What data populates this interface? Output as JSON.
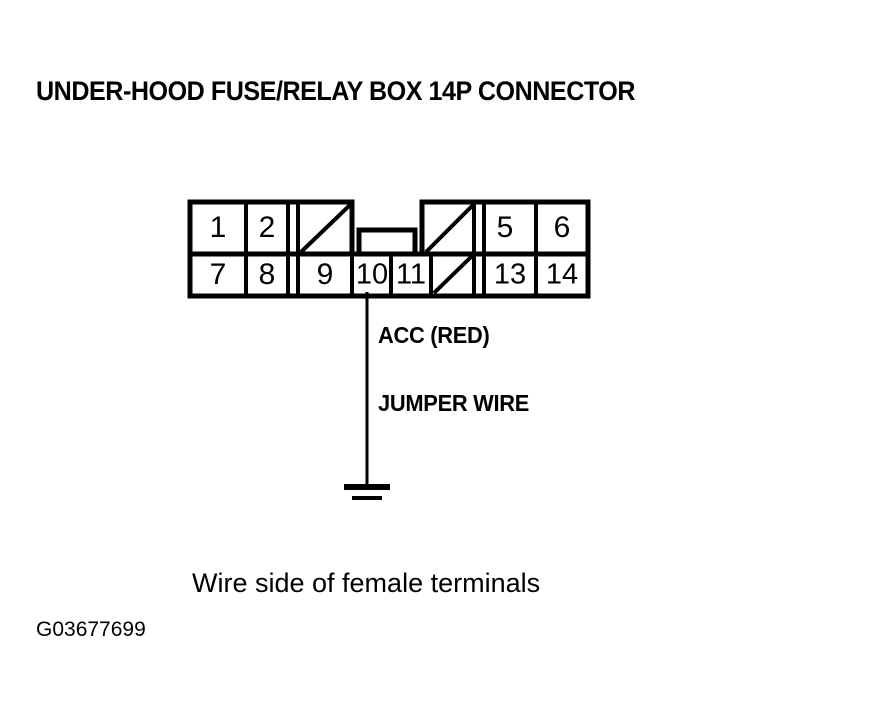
{
  "title": "UNDER-HOOD FUSE/RELAY BOX 14P CONNECTOR",
  "caption": "Wire side of female terminals",
  "figure_id": "G03677699",
  "labels": {
    "acc": "ACC (RED)",
    "jumper": "JUMPER WIRE"
  },
  "connector": {
    "type": "14P",
    "rows": 2,
    "top_row": [
      {
        "pin": "1",
        "blank": false
      },
      {
        "pin": "2",
        "blank": false
      },
      {
        "pin": "",
        "blank": true,
        "style": "strip"
      },
      {
        "pin": "",
        "blank": true,
        "style": "slash"
      },
      {
        "pin": "",
        "blank": true,
        "style": "tab"
      },
      {
        "pin": "",
        "blank": true,
        "style": "slash"
      },
      {
        "pin": "",
        "blank": true,
        "style": "strip"
      },
      {
        "pin": "5",
        "blank": false
      },
      {
        "pin": "6",
        "blank": false
      }
    ],
    "bottom_row": [
      {
        "pin": "7",
        "blank": false
      },
      {
        "pin": "8",
        "blank": false
      },
      {
        "pin": "",
        "blank": true,
        "style": "strip"
      },
      {
        "pin": "9",
        "blank": false
      },
      {
        "pin": "10",
        "blank": false
      },
      {
        "pin": "11",
        "blank": false
      },
      {
        "pin": "",
        "blank": true,
        "style": "slash"
      },
      {
        "pin": "",
        "blank": true,
        "style": "strip"
      },
      {
        "pin": "13",
        "blank": false
      },
      {
        "pin": "14",
        "blank": false
      }
    ]
  },
  "wire": {
    "from_pin": "10",
    "terminates_at": "ground",
    "ground_symbol_bars": 3
  },
  "colors": {
    "line": "#000000",
    "background": "#ffffff"
  }
}
